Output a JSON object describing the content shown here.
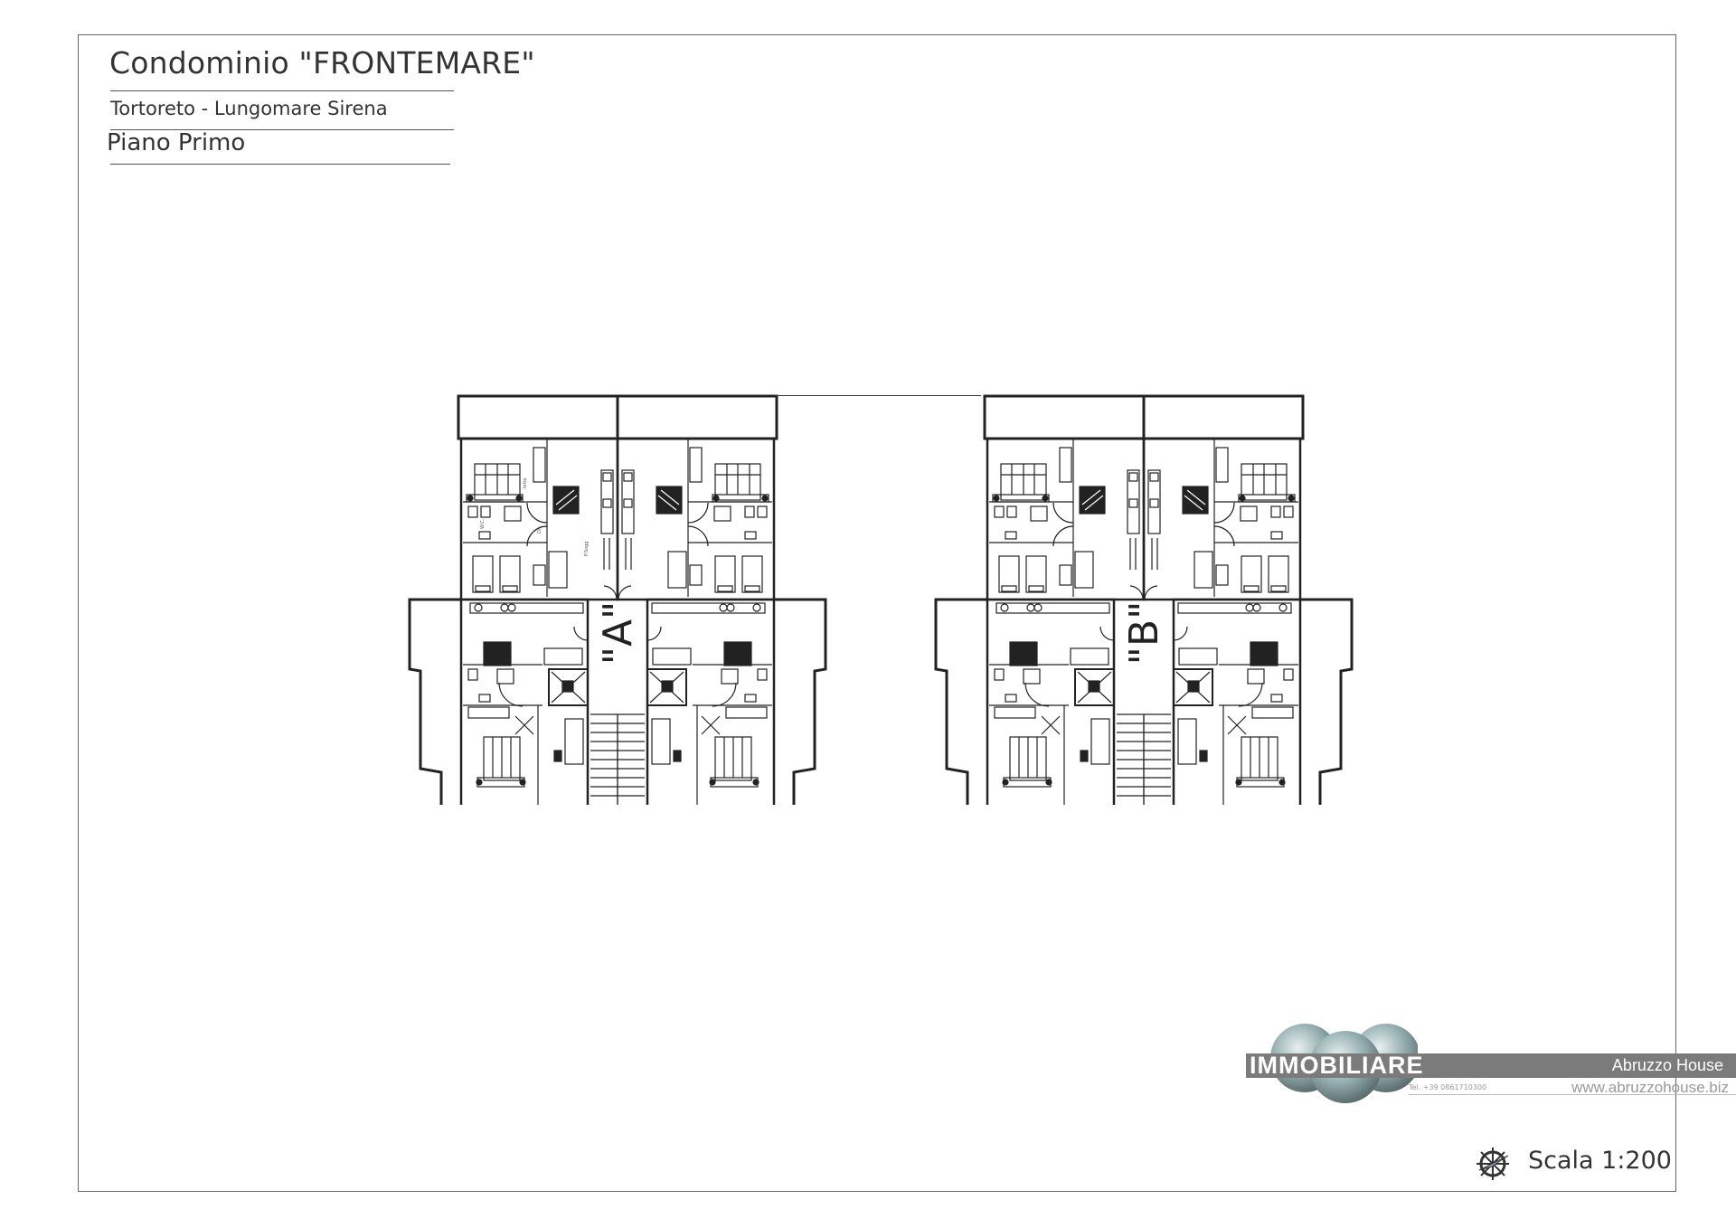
{
  "header": {
    "title": "Condominio \"FRONTEMARE\"",
    "subtitle": "Tortoreto - Lungomare Sirena",
    "floor": "Piano Primo"
  },
  "plans": {
    "building_a": {
      "label": "\"A\""
    },
    "building_b": {
      "label": "\"B\""
    },
    "room_labels": {
      "bedroom": "letto",
      "living": "P.Sogg",
      "hall": "Dis.",
      "wc": "W.C."
    }
  },
  "logo": {
    "word": "IMMOBILIARE",
    "brand": "Abruzzo House",
    "tel": "Tel. +39 0861710300",
    "url": "www.abruzzohouse.biz"
  },
  "scale": {
    "label": "Scala 1:200",
    "icon": "compass-icon"
  }
}
